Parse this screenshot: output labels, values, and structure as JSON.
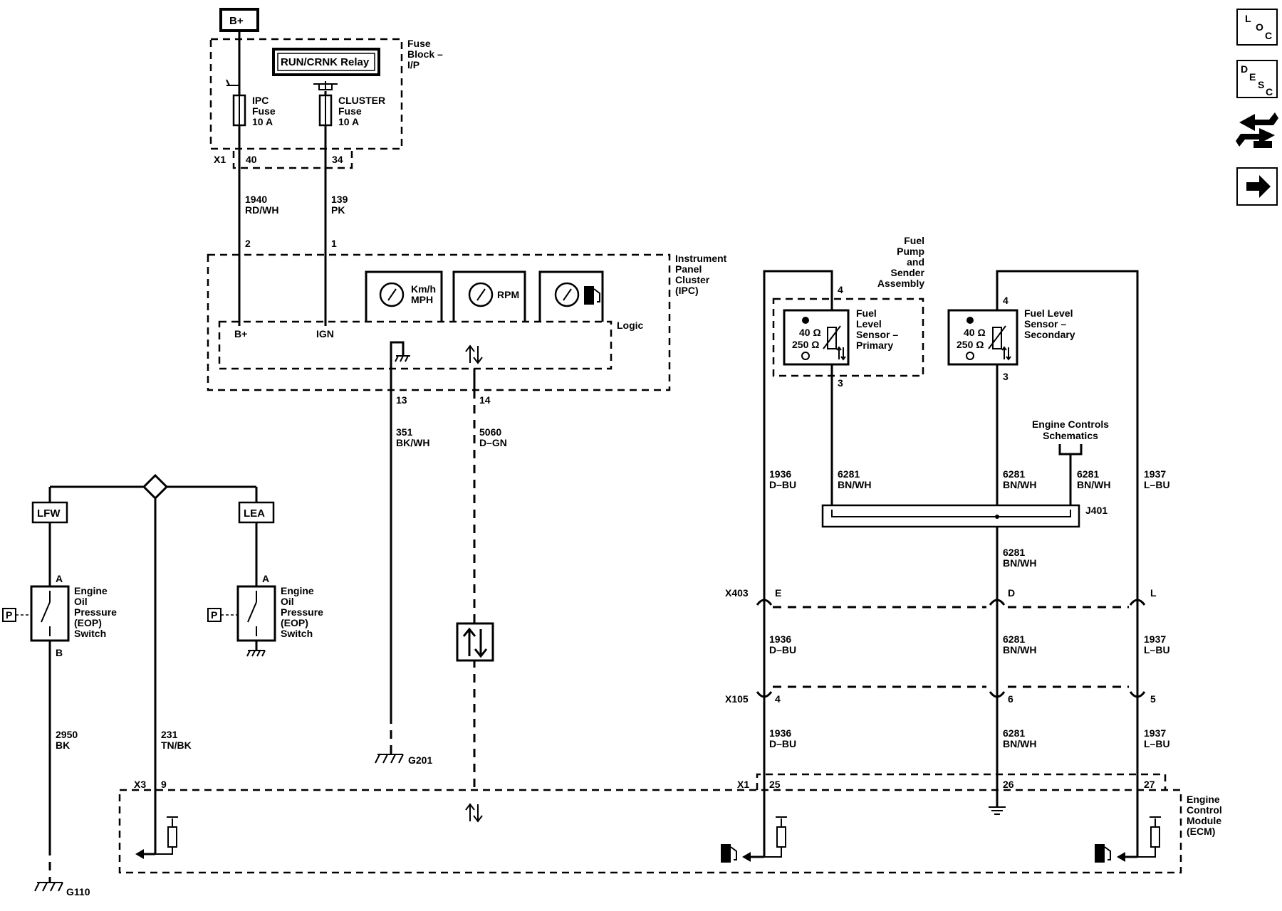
{
  "nav": {
    "loc": [
      "L",
      "O",
      "C"
    ],
    "desc": [
      "D",
      "E",
      "S",
      "C"
    ]
  },
  "power": {
    "battery": "B+"
  },
  "fuse_block": {
    "label": [
      "Fuse",
      "Block –",
      "I/P"
    ],
    "relay": "RUN/CRNK Relay",
    "ipc_fuse": [
      "IPC",
      "Fuse",
      "10 A"
    ],
    "cluster_fuse": [
      "CLUSTER",
      "Fuse",
      "10 A"
    ],
    "connector": "X1",
    "pin_ipc": "40",
    "pin_cluster": "34"
  },
  "wires": {
    "w1940": [
      "1940",
      "RD/WH"
    ],
    "w139": [
      "139",
      "PK"
    ],
    "w351": [
      "351",
      "BK/WH"
    ],
    "w5060": [
      "5060",
      "D–GN"
    ],
    "w2950": [
      "2950",
      "BK"
    ],
    "w231": [
      "231",
      "TN/BK"
    ],
    "w1936": [
      "1936",
      "D–BU"
    ],
    "w6281": [
      "6281",
      "BN/WH"
    ],
    "w1937": [
      "1937",
      "L–BU"
    ]
  },
  "ipc": {
    "label": [
      "Instrument",
      "Panel",
      "Cluster",
      "(IPC)"
    ],
    "logic": "Logic",
    "pin_bplus": "2",
    "pin_ign": "1",
    "bplus": "B+",
    "ign": "IGN",
    "gauge_speed": [
      "Km/h",
      "MPH"
    ],
    "gauge_rpm": "RPM",
    "pin_ground": "13",
    "pin_data": "14"
  },
  "grounds": {
    "g201": "G201",
    "g110": "G110"
  },
  "eop": {
    "lfw": "LFW",
    "lea": "LEA",
    "pin_a": "A",
    "pin_b": "B",
    "p": "P",
    "label": [
      "Engine",
      "Oil",
      "Pressure",
      "(EOP)",
      "Switch"
    ]
  },
  "fuel_pump": {
    "assembly": [
      "Fuel",
      "Pump",
      "and",
      "Sender",
      "Assembly"
    ],
    "primary": [
      "Fuel",
      "Level",
      "Sensor –",
      "Primary"
    ],
    "secondary": [
      "Fuel Level",
      "Sensor –",
      "Secondary"
    ],
    "r40": "40 Ω",
    "r250": "250 Ω",
    "pin4": "4",
    "pin3": "3"
  },
  "engine_ref": [
    "Engine Controls",
    "Schematics"
  ],
  "splice": "J401",
  "connectors": {
    "x403": "X403",
    "x403_pins": [
      "E",
      "D",
      "L"
    ],
    "x105": "X105",
    "x105_pins": [
      "4",
      "6",
      "5"
    ],
    "x3": "X3",
    "x3_pin": "9",
    "x1": "X1",
    "x1_pins": [
      "25",
      "26",
      "27"
    ]
  },
  "ecm": {
    "label": [
      "Engine",
      "Control",
      "Module",
      "(ECM)"
    ]
  }
}
